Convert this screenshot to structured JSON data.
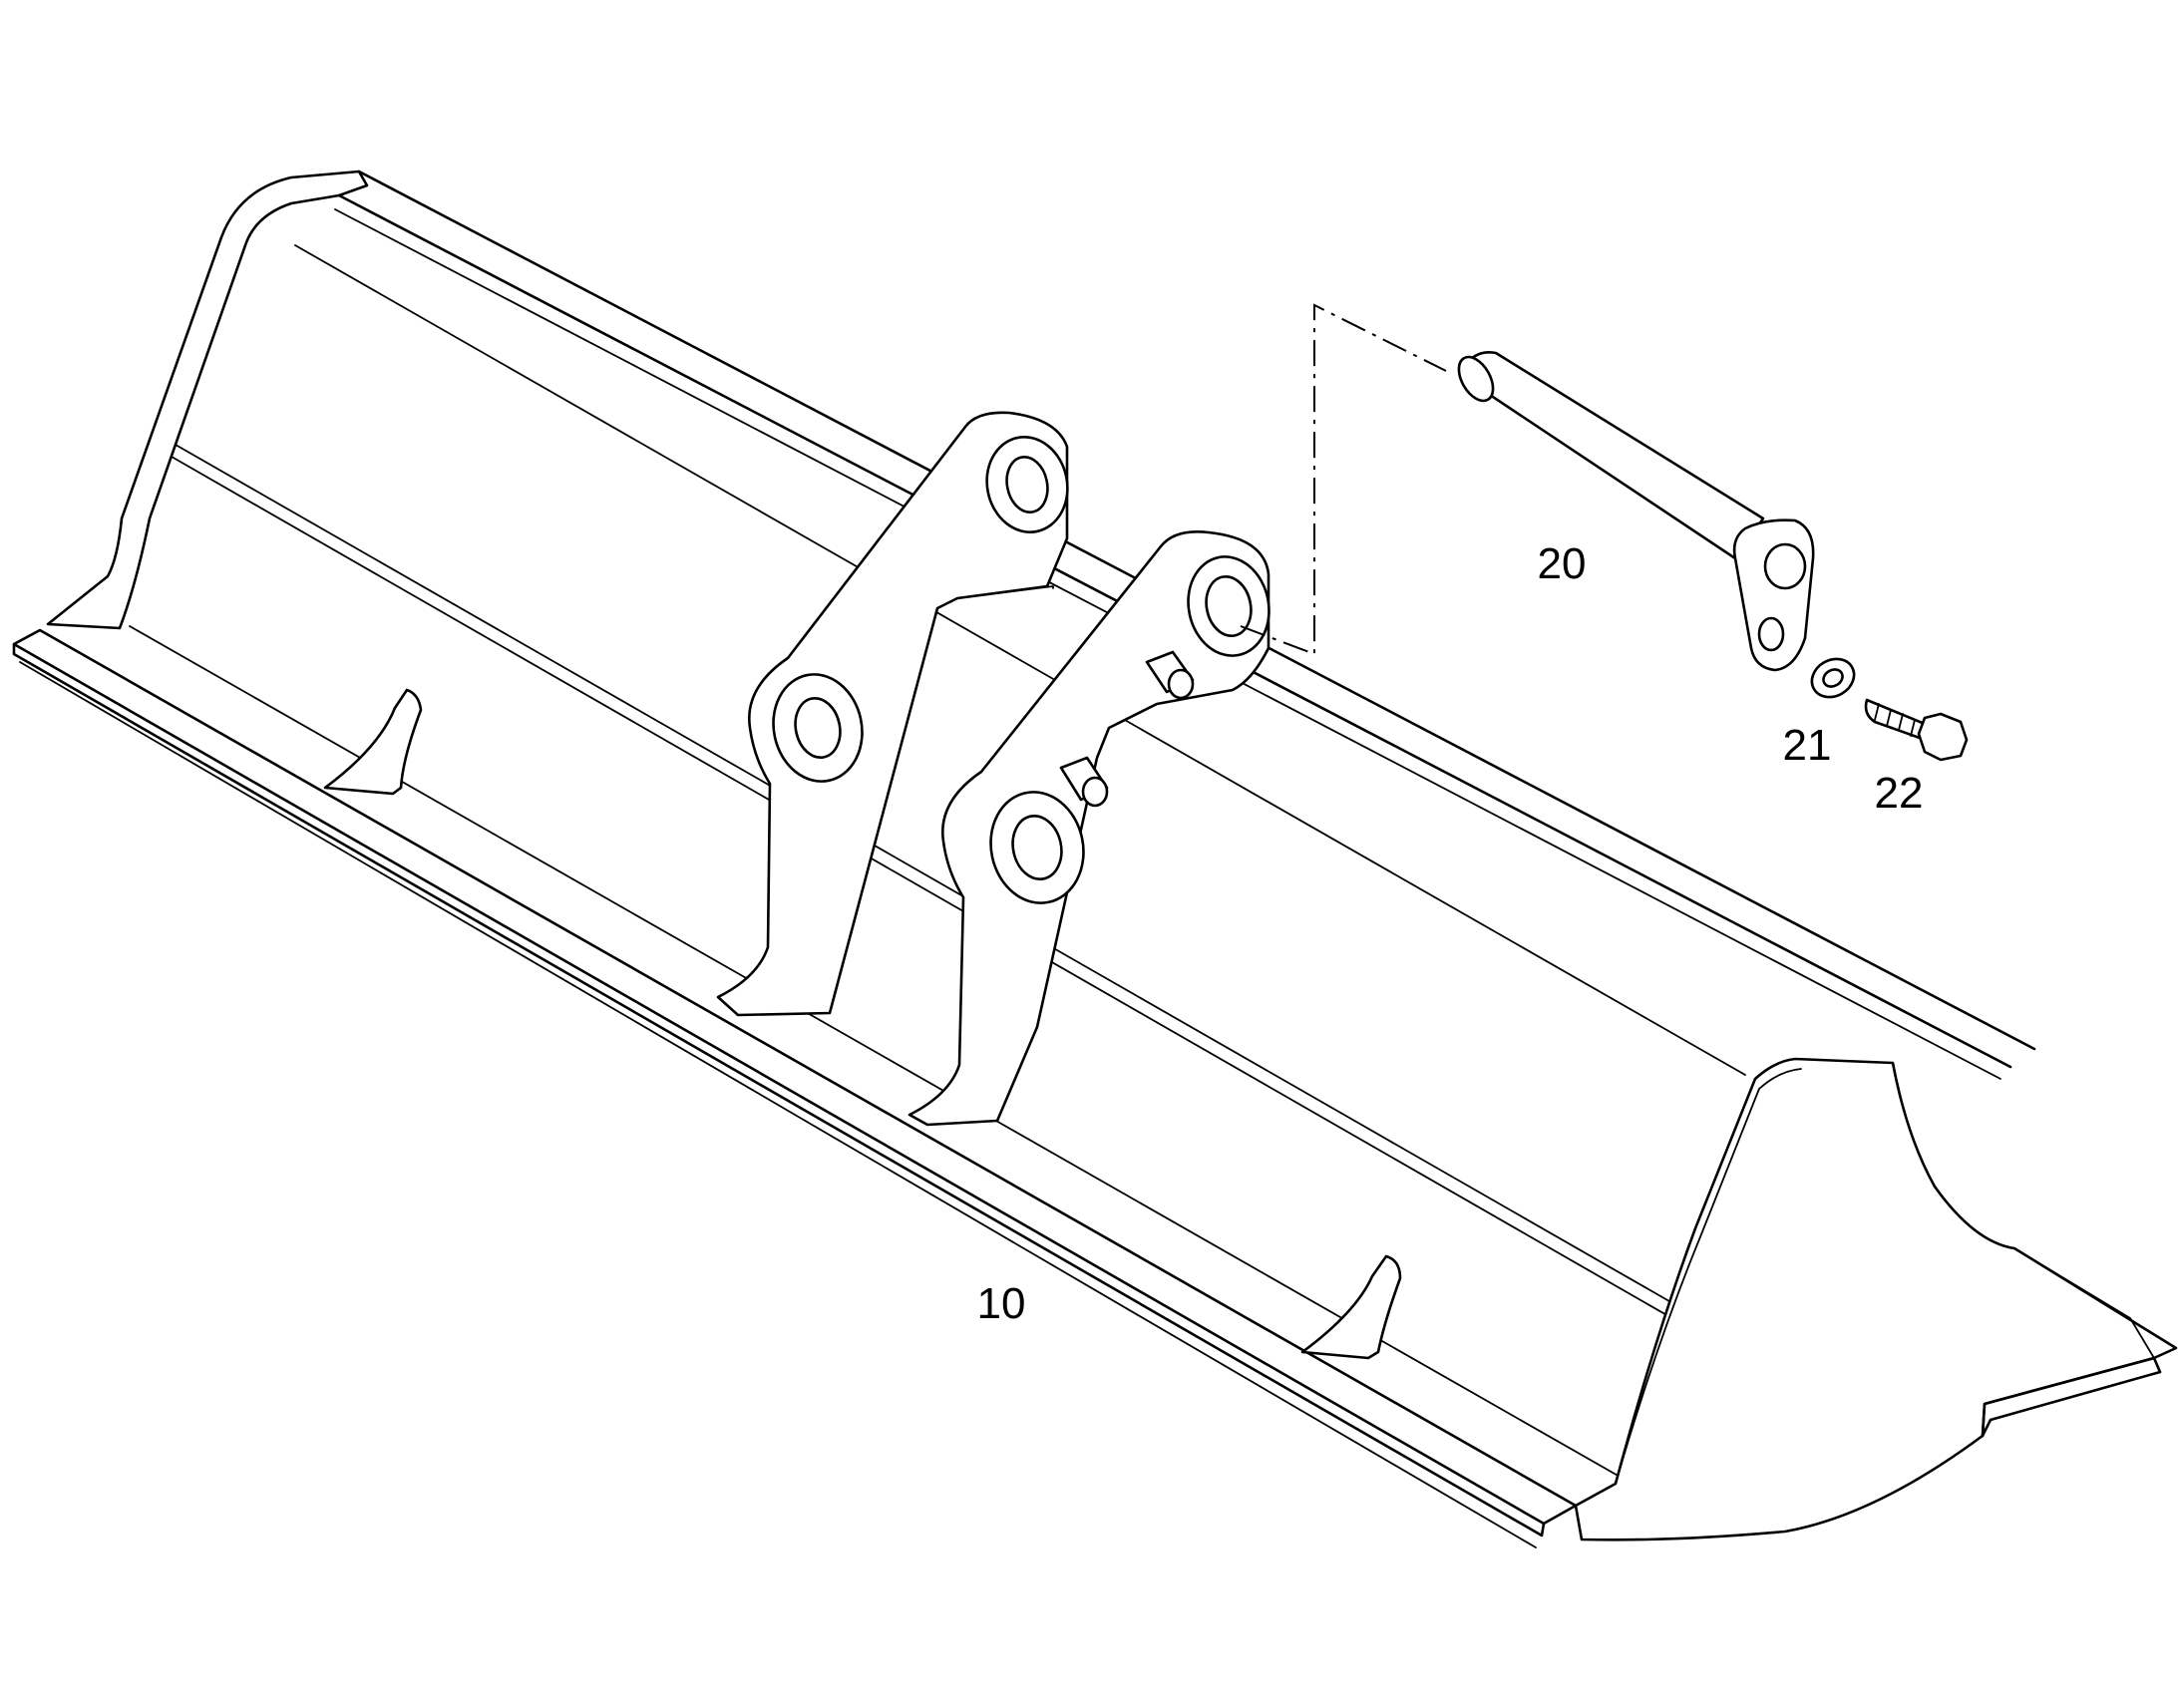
{
  "callouts": {
    "bucket": "10",
    "pin": "20",
    "washer": "21",
    "bolt": "22"
  },
  "colors": {
    "line": "#000000",
    "background": "#ffffff"
  }
}
